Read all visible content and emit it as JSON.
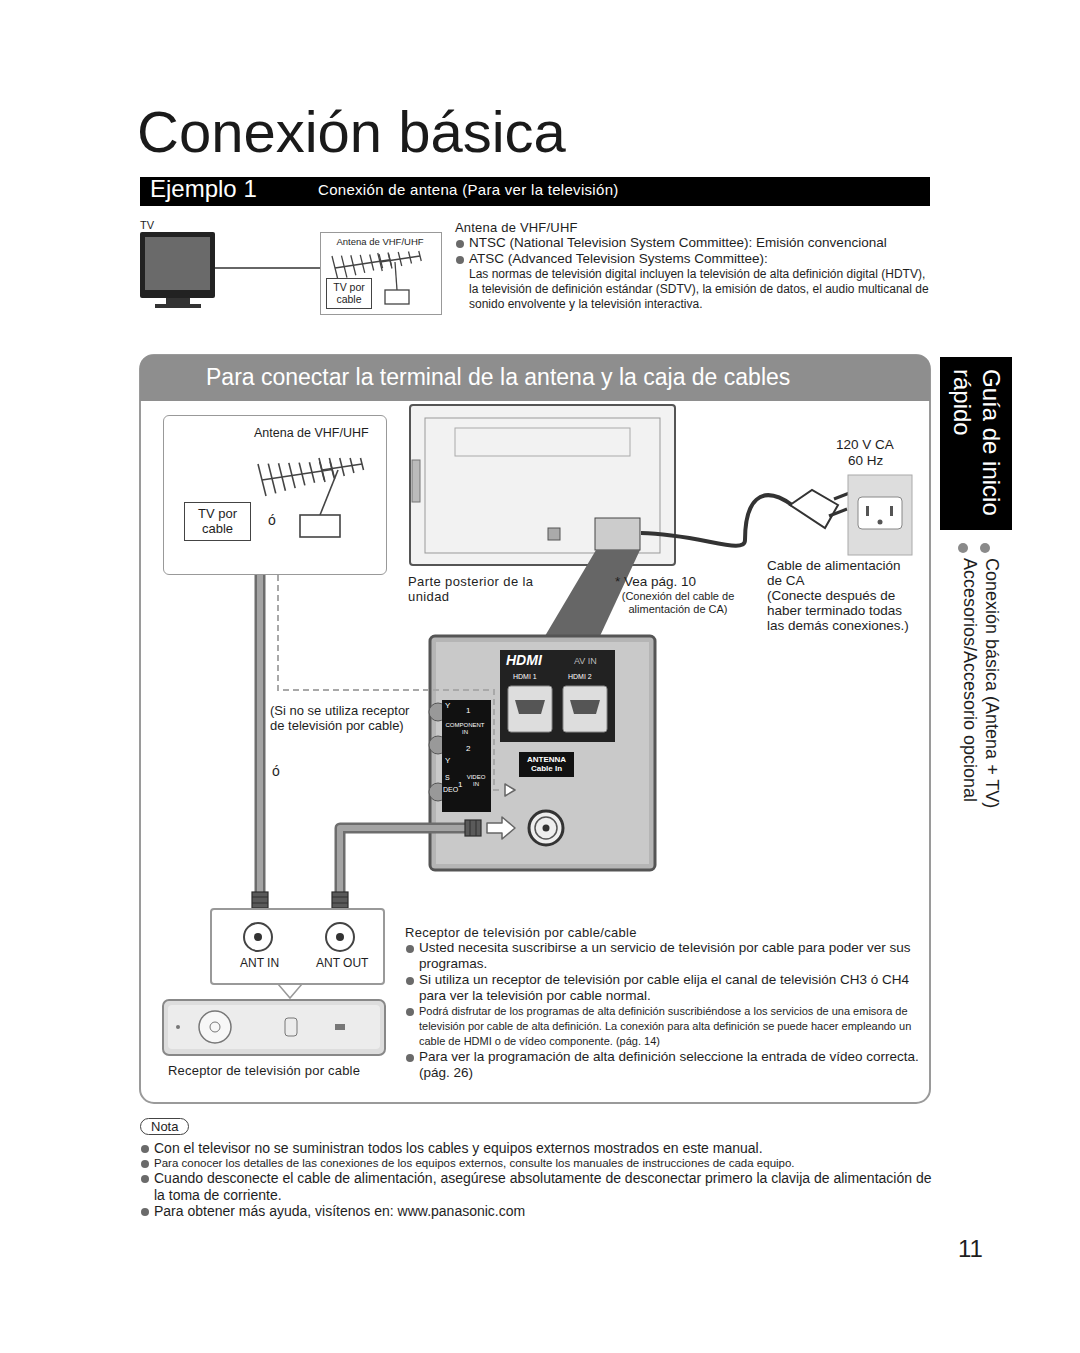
{
  "diagram": {
    "title": "Conexión básica",
    "nodes": [
      {
        "text": [
          "Ejemplo 1",
          "Conexión de antena (Para ver la televisión)"
        ]
      },
      {
        "text": [
          "Antena de VHF/UHF"
        ]
      },
      {
        "text": [
          "TV por cable"
        ],
        "in": 1
      },
      {
        "text": [
          "Para conectar la terminal de la antena y la caja de cables"
        ]
      },
      {
        "text": [
          "Guía de inicio rápido"
        ]
      },
      {
        "text": [
          "Antena de VHF/UHF",
          "ó"
        ]
      },
      {
        "text": [
          "TV por cable"
        ],
        "in": 5
      },
      {
        "text": [
          "HDMI",
          "AV IN",
          "HDMI 1",
          "HDMI 2"
        ]
      },
      {
        "text": [
          "Y",
          "1",
          "COMPONENT IN",
          "2",
          "Y",
          "S",
          "DEO",
          "1",
          "VIDEO IN"
        ]
      },
      {
        "text": [
          "ANTENNA Cable In"
        ]
      },
      {
        "text": [
          "ANT IN",
          "ANT OUT"
        ]
      },
      {
        "text": [
          "Nota"
        ]
      }
    ],
    "edges": [
      {
        "from": 5,
        "to": 10,
        "arrow": "none"
      },
      {
        "from": 10,
        "to": 9,
        "arrow": "to"
      },
      {
        "from": 5,
        "to": 9,
        "arrow": "to"
      }
    ],
    "labels": [
      "TV",
      "Antena de VHF/UHF",
      "NTSC (National Television System Committee): Emisión convencional",
      "ATSC (Advanced Television Systems Committee):",
      "Las normas de televisión digital incluyen la televisión de alta definición digital (HDTV), la televisión de definición estándar (SDTV), la emisión de datos, el audio multicanal de sonido envolvente y la televisión interactiva.",
      "120 V CA",
      "60 Hz",
      "Parte posterior de la unidad",
      "* Vea pág. 10",
      "(Conexión del cable de alimentación de CA)",
      "Cable de alimentación de CA",
      "(Conecte después de haber terminado todas las demás conexiones.)",
      "(Si no se utiliza receptor de televisión por cable)",
      "ó",
      "Conexión básica (Antena + TV)",
      "Accesorios/Accesorio opcional",
      "Receptor de televisión por cable",
      "Receptor de televisión por cable/cable",
      "Usted necesita suscribirse a un servicio de televisión por cable para poder ver sus programas.",
      "Si utiliza un receptor de televisión por cable elija el canal de televisión CH3 ó CH4 para ver la televisión por cable normal.",
      "Podrá disfrutar de los programas de alta definición suscribiéndose a los servicios de una emisora de televisión por cable de alta definición. La conexión para alta definición se puede hacer empleando un cable de HDMI o de vídeo componente. (pág. 14)",
      "Para ver la programación de alta definición seleccione la entrada de vídeo correcta. (pág. 26)",
      "Con el televisor no se suministran todos los cables y equipos externos mostrados en este manual.",
      "Para conocer los detalles de las conexiones de los equipos externos, consulte los manuales de instrucciones de cada equipo.",
      "Cuando desconecte el cable de alimentación, asegúrese absolutamente de desconectar primero la clavija de alimentación de la toma de corriente.",
      "Para obtener más ayuda, visítenos en: www.panasonic.com",
      "11"
    ]
  }
}
